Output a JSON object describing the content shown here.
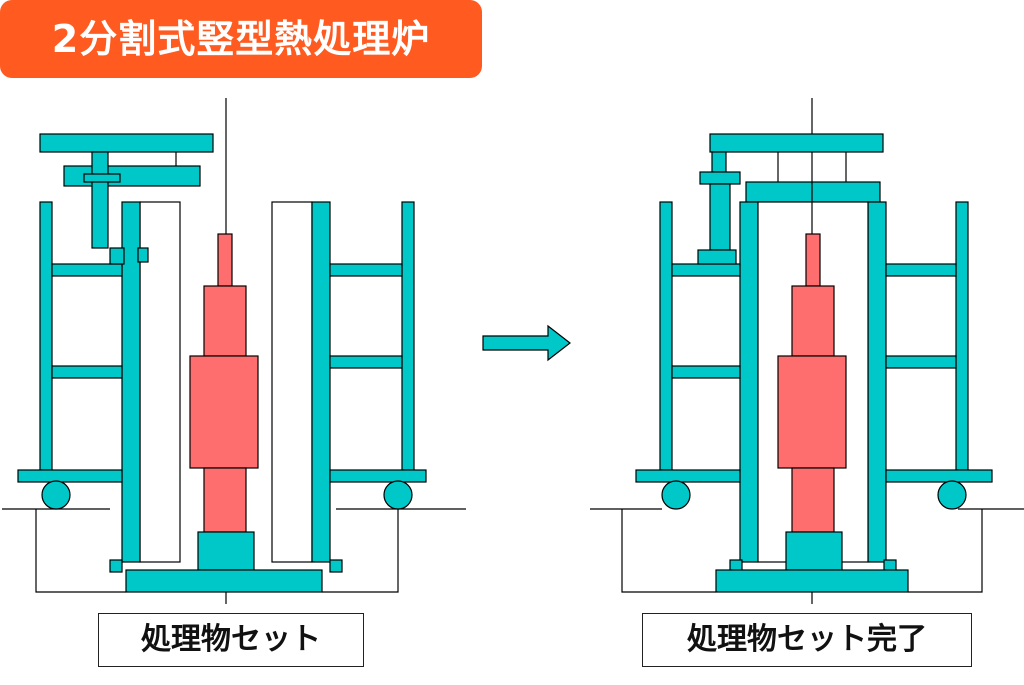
{
  "title": "2分割式竪型熱処理炉",
  "captions": {
    "left": "処理物セット",
    "right": "処理物セット完了"
  },
  "colors": {
    "title_bg": "#FF5A1F",
    "frame": "#00C8C8",
    "workpiece": "#FF6E6E",
    "line": "#000000"
  },
  "icons": {
    "arrow": "right-arrow-icon"
  }
}
